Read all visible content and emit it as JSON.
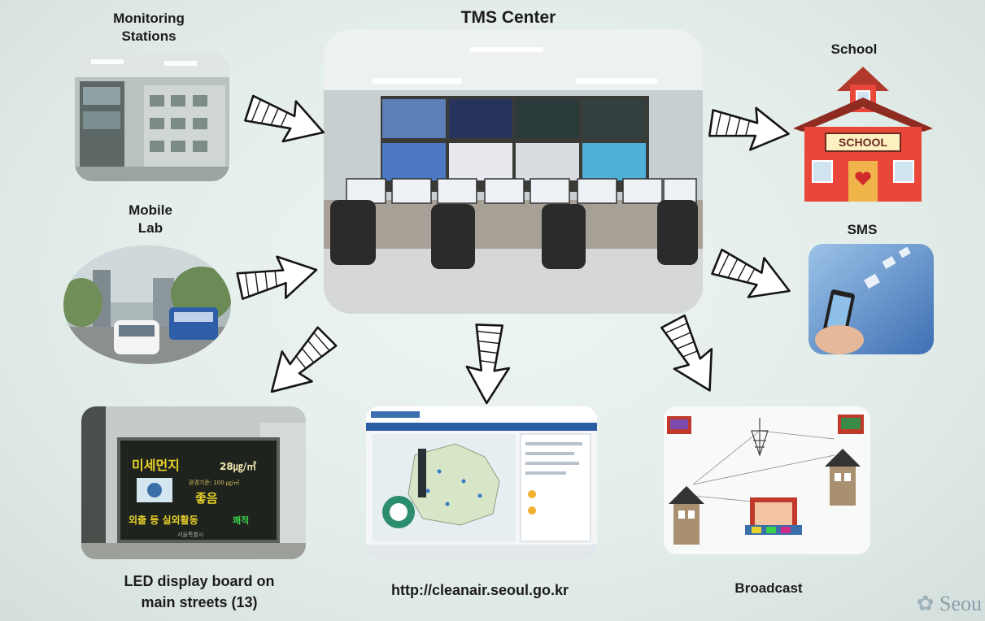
{
  "labels": {
    "monitoring_line1": "Monitoring",
    "monitoring_line2": "Stations",
    "tms": "TMS Center",
    "school": "School",
    "mobile_line1": "Mobile",
    "mobile_line2": "Lab",
    "sms": "SMS",
    "led_line1": "LED display board on",
    "led_line2": "main streets (13)",
    "website": "http://cleanair.seoul.go.kr",
    "broadcast": "Broadcast"
  },
  "school_sign": "SCHOOL",
  "led_board": {
    "title": "미세먼지",
    "value": "28㎍/㎥",
    "standard": "환경기준: 100 ㎍/㎥",
    "status": "좋음",
    "advice_text": "외출 등 실외활동",
    "advice_status": "쾌적",
    "org": "서울특별시"
  },
  "watermark": "Seou",
  "colors": {
    "arrow_fill": "#ffffff",
    "arrow_stroke": "#151515",
    "school_roof": "#c0392b",
    "school_wall": "#e8473a"
  }
}
